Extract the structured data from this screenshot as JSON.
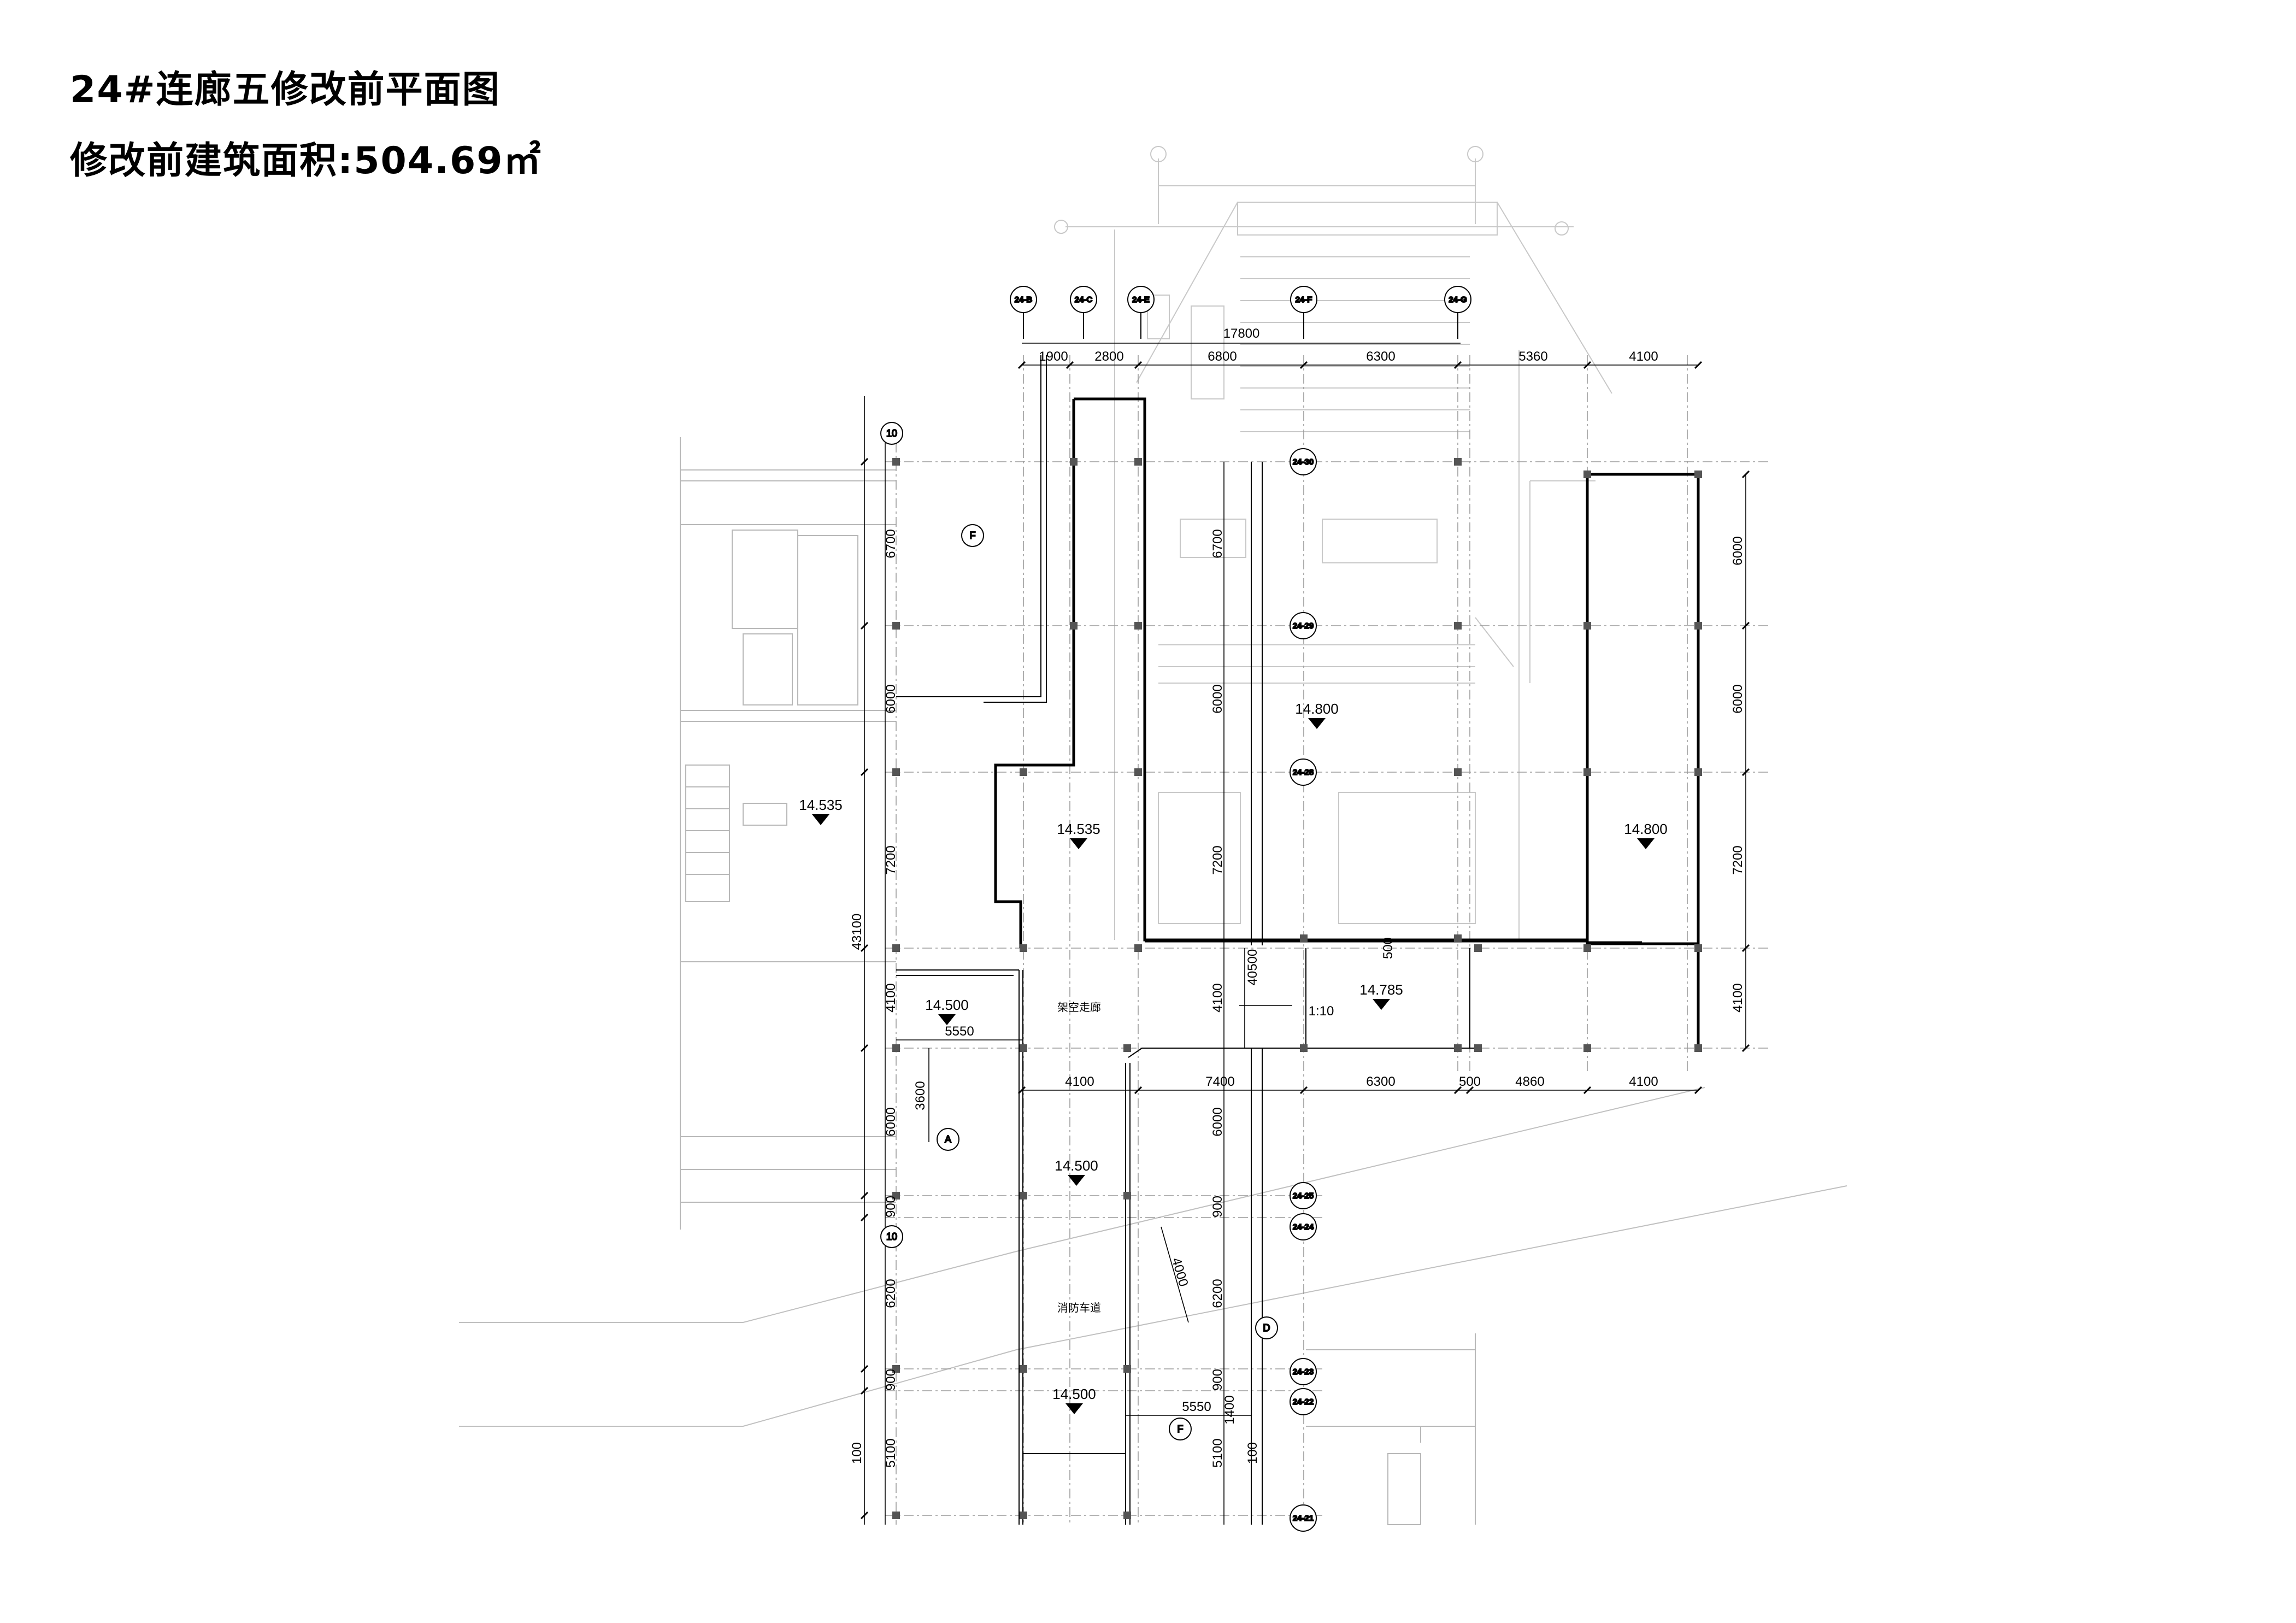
{
  "title": "24#连廊五修改前平面图",
  "subtitle": "修改前建筑面积:504.69㎡",
  "axis_bubbles_top": [
    "24-B",
    "24-C",
    "24-E",
    "24-F",
    "24-G"
  ],
  "axis_bubbles_mid": [
    "24-30",
    "24-29",
    "24-28",
    "24-25",
    "24-24",
    "24-23",
    "24-22",
    "24-21"
  ],
  "axis_bubbles_left": [
    "10",
    "10"
  ],
  "axis_bubbles_letter": [
    "F",
    "A",
    "F",
    "D"
  ],
  "dims_top_total": "17800",
  "dims_top": [
    "1900",
    "2800",
    "6800",
    "6300",
    "5360",
    "4100"
  ],
  "dims_bottom": [
    "4100",
    "7400",
    "6300",
    "500",
    "4860",
    "4100"
  ],
  "dims_left": [
    "6700",
    "6000",
    "7200",
    "4100",
    "6000",
    "900",
    "6200",
    "900",
    "5100",
    "100"
  ],
  "dims_left_total": "43100",
  "dims_right": [
    "6000",
    "6000",
    "7200",
    "4100"
  ],
  "dims_mid": [
    "6700",
    "6000",
    "7200",
    "4100",
    "6000",
    "900",
    "6200",
    "900",
    "1400",
    "5100",
    "100"
  ],
  "dims_misc": {
    "d40500": "40500",
    "d500": "500",
    "d5550a": "5550",
    "d3600": "3600",
    "d4000": "4000",
    "d5550b": "5550",
    "slope": "1:10"
  },
  "levels": [
    "14.535",
    "14.535",
    "14.800",
    "14.800",
    "14.500",
    "14.785",
    "14.500",
    "14.500"
  ],
  "room_labels": {
    "corridor": "架空走廊",
    "fire_lane": "消防车道"
  }
}
